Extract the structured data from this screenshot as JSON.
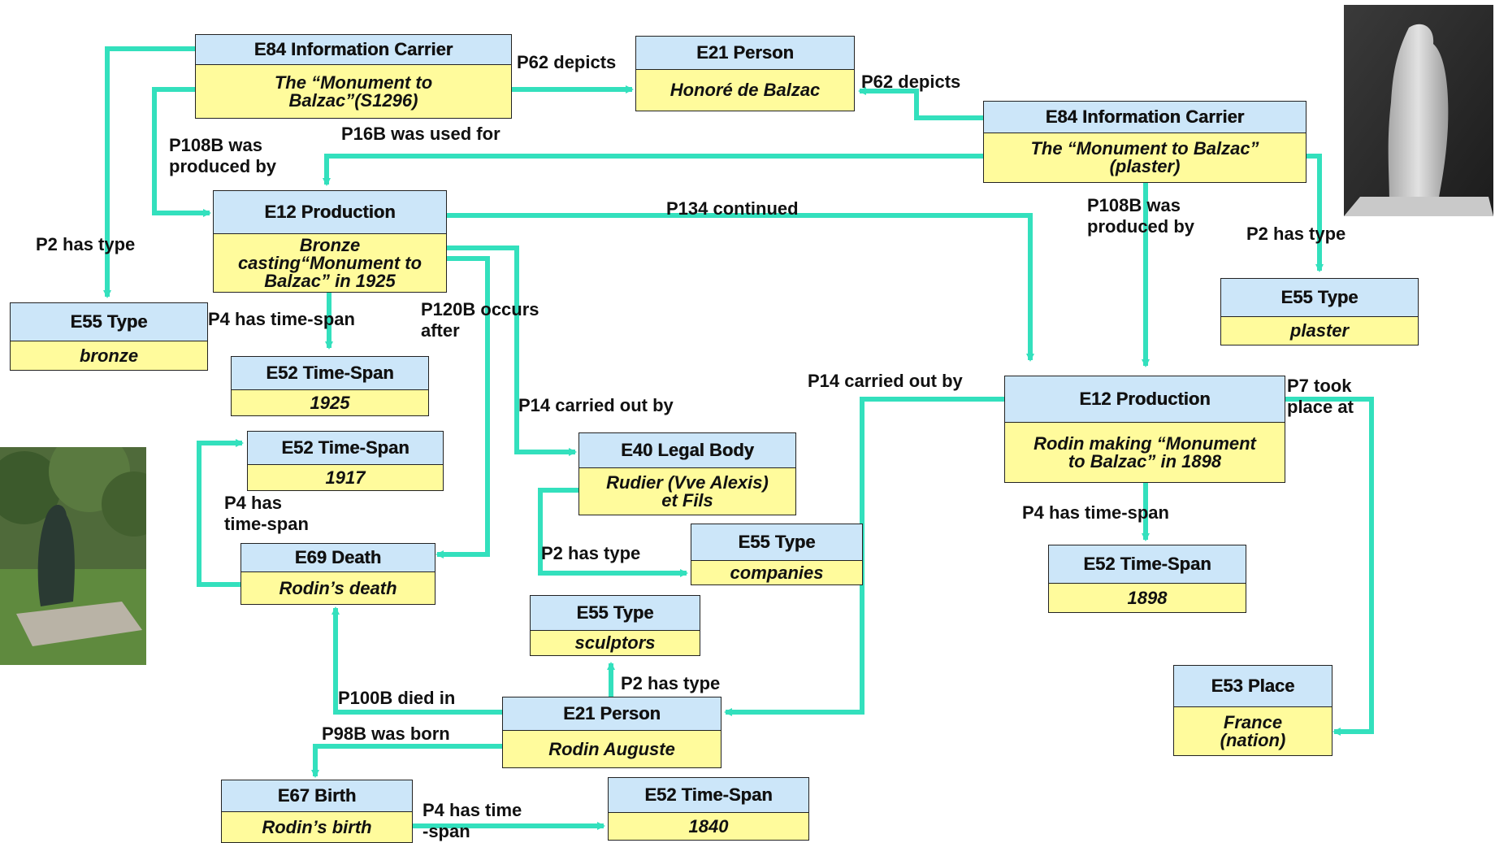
{
  "nodes": {
    "info_carrier_1": {
      "class": "E84 Information Carrier",
      "instance": "The “Monument to\nBalzac”(S1296)"
    },
    "person_balzac": {
      "class": "E21 Person",
      "instance": "Honoré de Balzac"
    },
    "info_carrier_2": {
      "class": "E84 Information Carrier",
      "instance": "The “Monument to Balzac”\n(plaster)"
    },
    "production_1925": {
      "class": "E12 Production",
      "instance": "Bronze\ncasting“Monument to\nBalzac” in 1925"
    },
    "type_bronze": {
      "class": "E55 Type",
      "instance": "bronze"
    },
    "type_plaster": {
      "class": "E55 Type",
      "instance": "plaster"
    },
    "timespan_1925": {
      "class": "E52 Time-Span",
      "instance": "1925"
    },
    "timespan_1917": {
      "class": "E52 Time-Span",
      "instance": "1917"
    },
    "legal_body": {
      "class": "E40 Legal Body",
      "instance": "Rudier (Vve Alexis)\net Fils"
    },
    "production_1898": {
      "class": "E12 Production",
      "instance": "Rodin making “Monument\nto Balzac” in 1898"
    },
    "death": {
      "class": "E69 Death",
      "instance": "Rodin’s death"
    },
    "type_companies": {
      "class": "E55 Type",
      "instance": "companies"
    },
    "type_sculptors": {
      "class": "E55 Type",
      "instance": "sculptors"
    },
    "timespan_1898": {
      "class": "E52 Time-Span",
      "instance": "1898"
    },
    "place_france": {
      "class": "E53 Place",
      "instance": "France\n(nation)"
    },
    "person_rodin": {
      "class": "E21 Person",
      "instance": "Rodin Auguste"
    },
    "birth": {
      "class": "E67 Birth",
      "instance": "Rodin’s birth"
    },
    "timespan_1840": {
      "class": "E52 Time-Span",
      "instance": "1840"
    }
  },
  "edges": {
    "p62_depicts_1": "P62 depicts",
    "p62_depicts_2": "P62 depicts",
    "p16b": "P16B  was used for",
    "p108b_left": "P108B  was\nproduced by",
    "p134": "P134 continued",
    "p108b_right": "P108B  was\nproduced by",
    "p2_type_bronze": "P2 has type",
    "p2_type_plaster": "P2 has type",
    "p4_1925": "P4 has time-span",
    "p120b": "P120B occurs\n after",
    "p14_legal": "P14 carried out  by",
    "p14_rodin": "P14 carried out by",
    "p7": "P7 took\nplace at",
    "p4_1917": "P4 has\ntime-span",
    "p2_companies": "P2 has type",
    "p4_1898": "P4 has time-span",
    "p2_sculptors": "P2 has type",
    "p100b": "P100B died in",
    "p98b": "P98B was born",
    "p4_1840": "P4 has time\n-span"
  },
  "colors": {
    "arrow": "#33e0bd",
    "class_band": "#cce6f9",
    "instance_band": "#fffb9c"
  },
  "images": {
    "top_right": "plaster-sculpture-photo",
    "mid_left": "bronze-sculpture-garden-photo"
  }
}
